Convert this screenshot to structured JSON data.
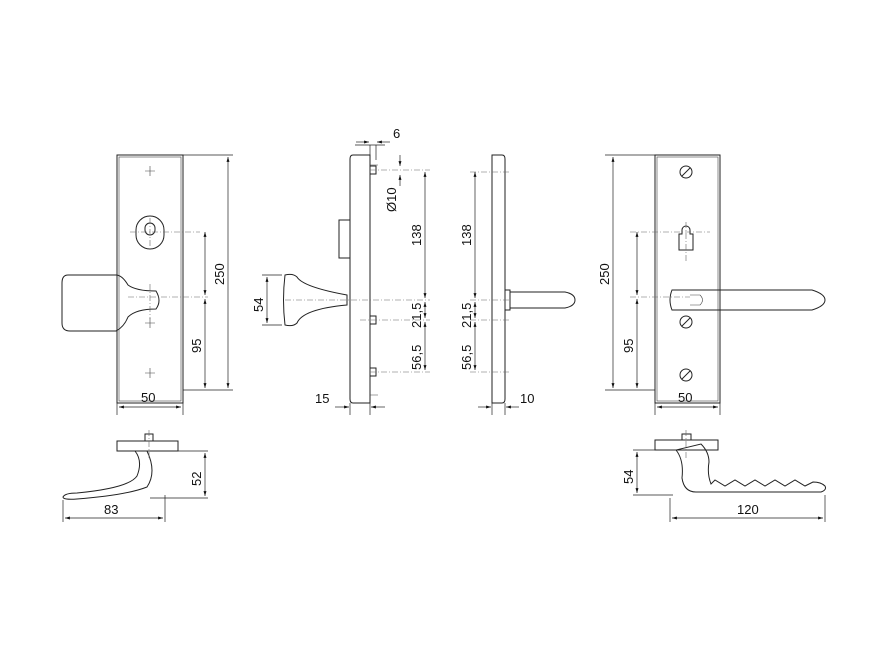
{
  "views": {
    "front_knob": {
      "height": "250",
      "spindle_to_bottom": "95",
      "width": "50"
    },
    "side_knob": {
      "offset_top": "6",
      "pin_diameter": "Ø10",
      "knob_height": "54",
      "dist_top": "138",
      "dist_mid": "21,5",
      "dist_bottom": "56,5",
      "thickness": "15"
    },
    "side_lever": {
      "dist_top": "138",
      "dist_mid": "21,5",
      "dist_bottom": "56,5",
      "thickness": "10"
    },
    "front_lever": {
      "height": "250",
      "spindle_to_bottom": "95",
      "width": "50"
    },
    "top_knob": {
      "height": "52",
      "length": "83"
    },
    "top_lever": {
      "height": "54",
      "length": "120"
    }
  }
}
